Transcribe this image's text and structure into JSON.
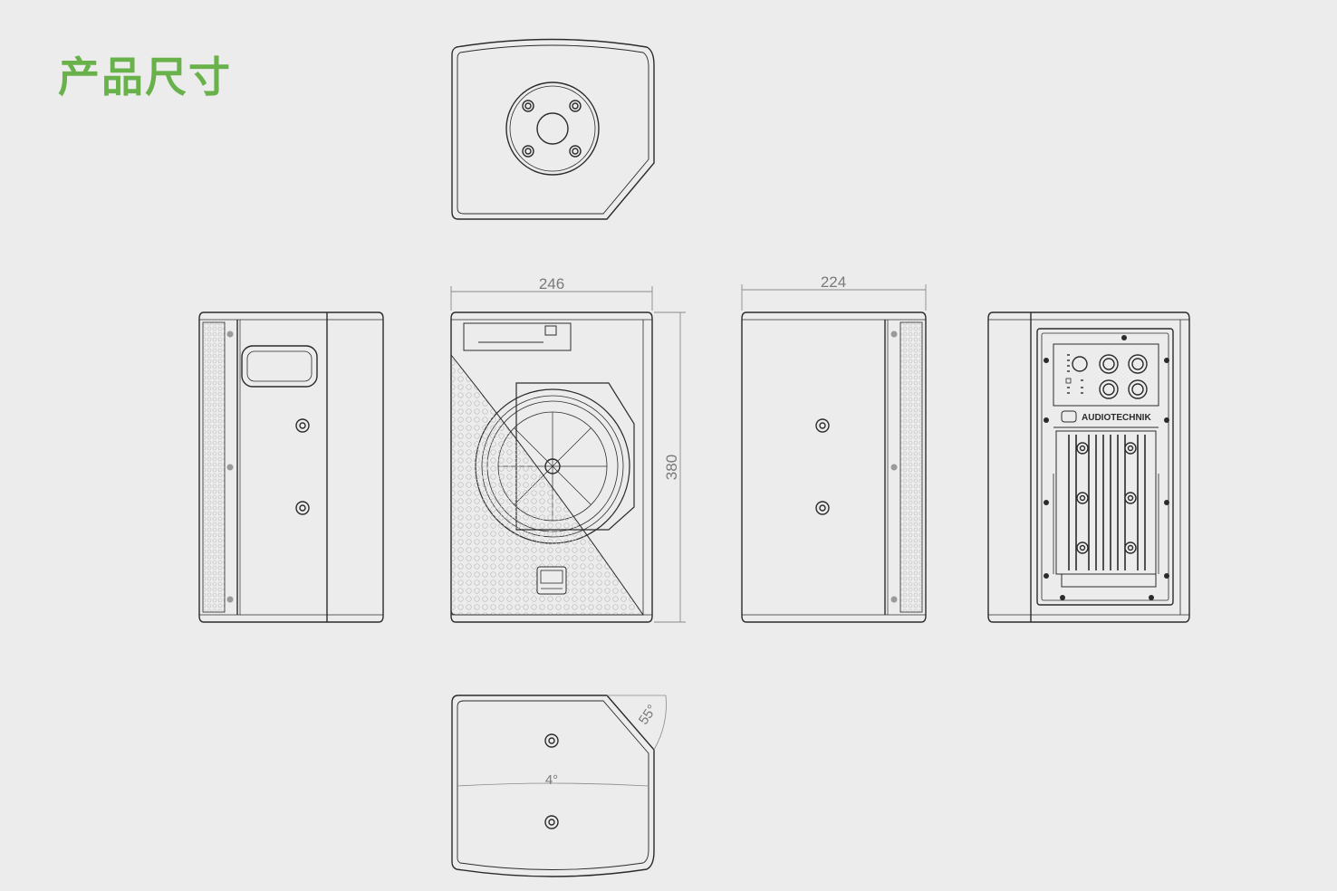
{
  "page": {
    "title": "产品尺寸"
  },
  "dimensions": {
    "front_width": "246",
    "side_depth": "224",
    "height": "380",
    "bottom_angle": "55°",
    "tilt_angle": "4°"
  },
  "rear_panel": {
    "brand_text": "AUDIOTECHNIK"
  },
  "colors": {
    "title_green": "#69b14b",
    "line": "#2b2b2b",
    "dim_line": "#8a8a8a",
    "grille": "#bdbdbd",
    "background": "#ececec"
  }
}
